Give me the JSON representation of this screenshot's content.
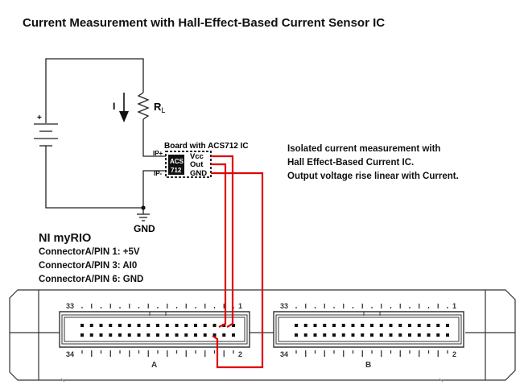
{
  "title": "Current Measurement with Hall-Effect-Based Current Sensor IC",
  "circuit": {
    "battery": {
      "polarity_label": "+"
    },
    "current": {
      "label": "I",
      "direction": "down"
    },
    "load": {
      "label_main": "R",
      "label_sub": "L"
    },
    "ground_label": "GND"
  },
  "sensor_board": {
    "caption": "Board with ACS712 IC",
    "chip_line1": "ACS",
    "chip_line2": "712",
    "inputs": [
      "IP+",
      "IP-"
    ],
    "outputs": [
      "Vcc",
      "Out",
      "GND"
    ]
  },
  "note": {
    "lines": [
      "Isolated current measurement with",
      "Hall Effect-Based Current IC.",
      "Output voltage rise linear with Current."
    ]
  },
  "myrio": {
    "title": "NI myRIO",
    "pins": [
      "ConnectorA/PIN 1:  +5V",
      "ConnectorA/PIN 3:  AI0",
      "ConnectorA/PIN 6:  GND"
    ],
    "connectors": [
      {
        "name": "A",
        "top_left": "33",
        "top_right": "1",
        "bottom_left": "34",
        "bottom_right": "2"
      },
      {
        "name": "B",
        "top_left": "33",
        "top_right": "1",
        "bottom_left": "34",
        "bottom_right": "2"
      }
    ]
  },
  "wiring": {
    "wire_color": "#e00000",
    "connections": [
      {
        "from": "Vcc",
        "to": "Connector A pin 1"
      },
      {
        "from": "Out",
        "to": "Connector A pin 3"
      },
      {
        "from": "GND",
        "to": "Connector A pin 6"
      }
    ]
  }
}
